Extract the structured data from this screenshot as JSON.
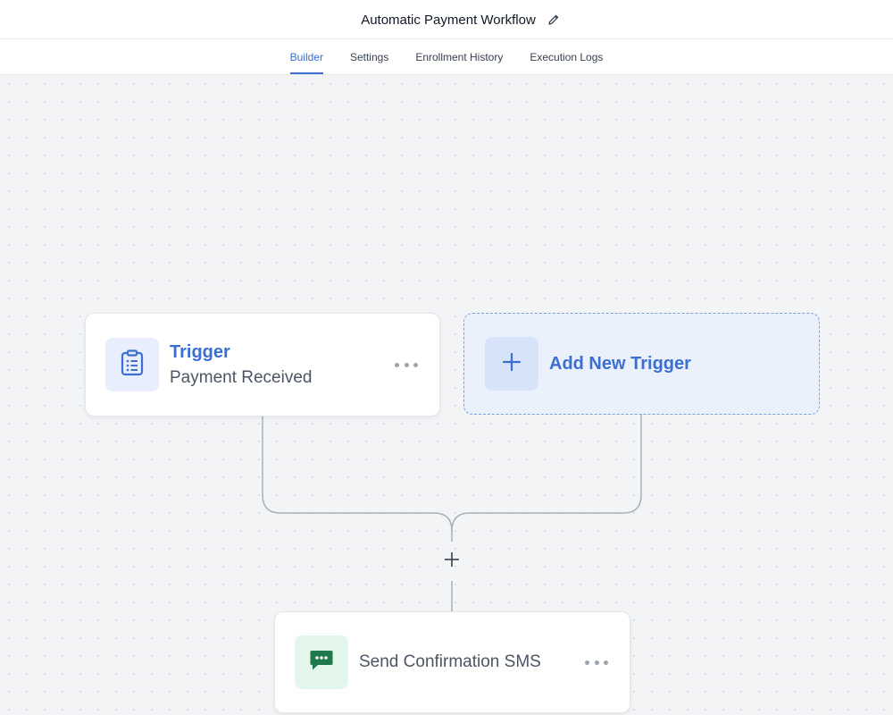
{
  "header": {
    "title": "Automatic Payment Workflow",
    "edit_icon": "pencil-icon"
  },
  "tabs": [
    {
      "label": "Builder",
      "active": true
    },
    {
      "label": "Settings",
      "active": false
    },
    {
      "label": "Enrollment History",
      "active": false
    },
    {
      "label": "Execution Logs",
      "active": false
    }
  ],
  "workflow": {
    "trigger": {
      "title": "Trigger",
      "subtitle": "Payment Received",
      "icon": "clipboard-list-icon",
      "menu_icon": "more-horizontal-icon"
    },
    "add_trigger": {
      "label": "Add New Trigger",
      "icon": "plus-icon"
    },
    "add_step_icon": "plus-icon",
    "actions": [
      {
        "label": "Send Confirmation SMS",
        "icon": "message-dots-icon",
        "menu_icon": "more-horizontal-icon"
      }
    ]
  },
  "colors": {
    "accent": "#3b6fd1",
    "add_trigger_bg": "#eaf1fd",
    "sms_icon": "#1e7a4c",
    "canvas_bg": "#f3f4f6"
  }
}
